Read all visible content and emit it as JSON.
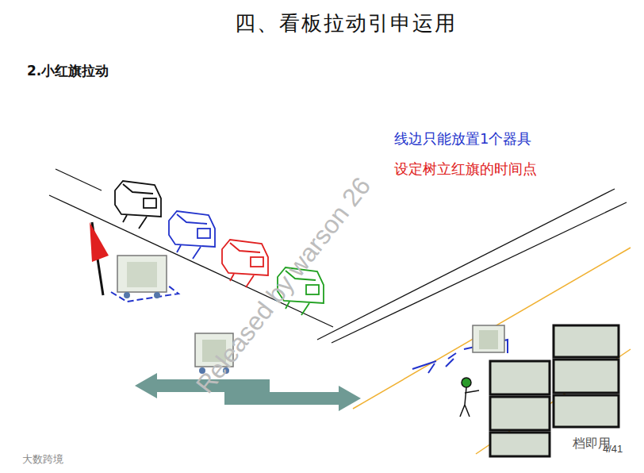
{
  "diagram": {
    "title": "四、看板拉动引申运用",
    "labels": [
      "2.小红旗拉动",
      "线边只能放置1个器具",
      "设定树立红旗的时间点",
      "Released by warson 26",
      "档即用",
      "4/41",
      "大数跨境"
    ]
  }
}
